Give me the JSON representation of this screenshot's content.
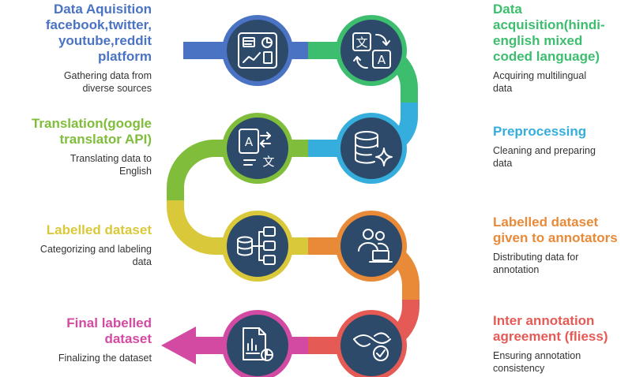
{
  "colors": {
    "step1": "#4a73c4",
    "step2": "#3cbe6e",
    "step3": "#35aede",
    "step4": "#7fbd3a",
    "step5": "#d9c93a",
    "step6": "#e88a38",
    "step7": "#e55a55",
    "step8": "#d34aa3",
    "circle": "#2e4a6b"
  },
  "steps": [
    {
      "title": "Data Aquisition\nfacebook,twitter,\nyoutube,reddit\nplatform",
      "desc": "Gathering data from\ndiverse sources",
      "icon": "dashboard-icon"
    },
    {
      "title": "Data\nacquisition(hindi-\nenglish mixed\ncoded language)",
      "desc": "Acquiring multilingual\ndata",
      "icon": "translate-icon"
    },
    {
      "title": "Preprocessing",
      "desc": "Cleaning and preparing\ndata",
      "icon": "database-sparkle-icon"
    },
    {
      "title": "Translation(google\ntranslator API)",
      "desc": "Translating data to\nEnglish",
      "icon": "translate-document-icon"
    },
    {
      "title": "Labelled dataset",
      "desc": "Categorizing and labeling\ndata",
      "icon": "database-tree-icon"
    },
    {
      "title": "Labelled dataset\ngiven to annotators",
      "desc": "Distributing data for\nannotation",
      "icon": "users-laptop-icon"
    },
    {
      "title": "Inter annotation\nagreement (fliess)",
      "desc": "Ensuring annotation\nconsistency",
      "icon": "agreement-check-icon"
    },
    {
      "title": "Final labelled\ndataset",
      "desc": "Finalizing the dataset",
      "icon": "report-chart-icon"
    }
  ]
}
